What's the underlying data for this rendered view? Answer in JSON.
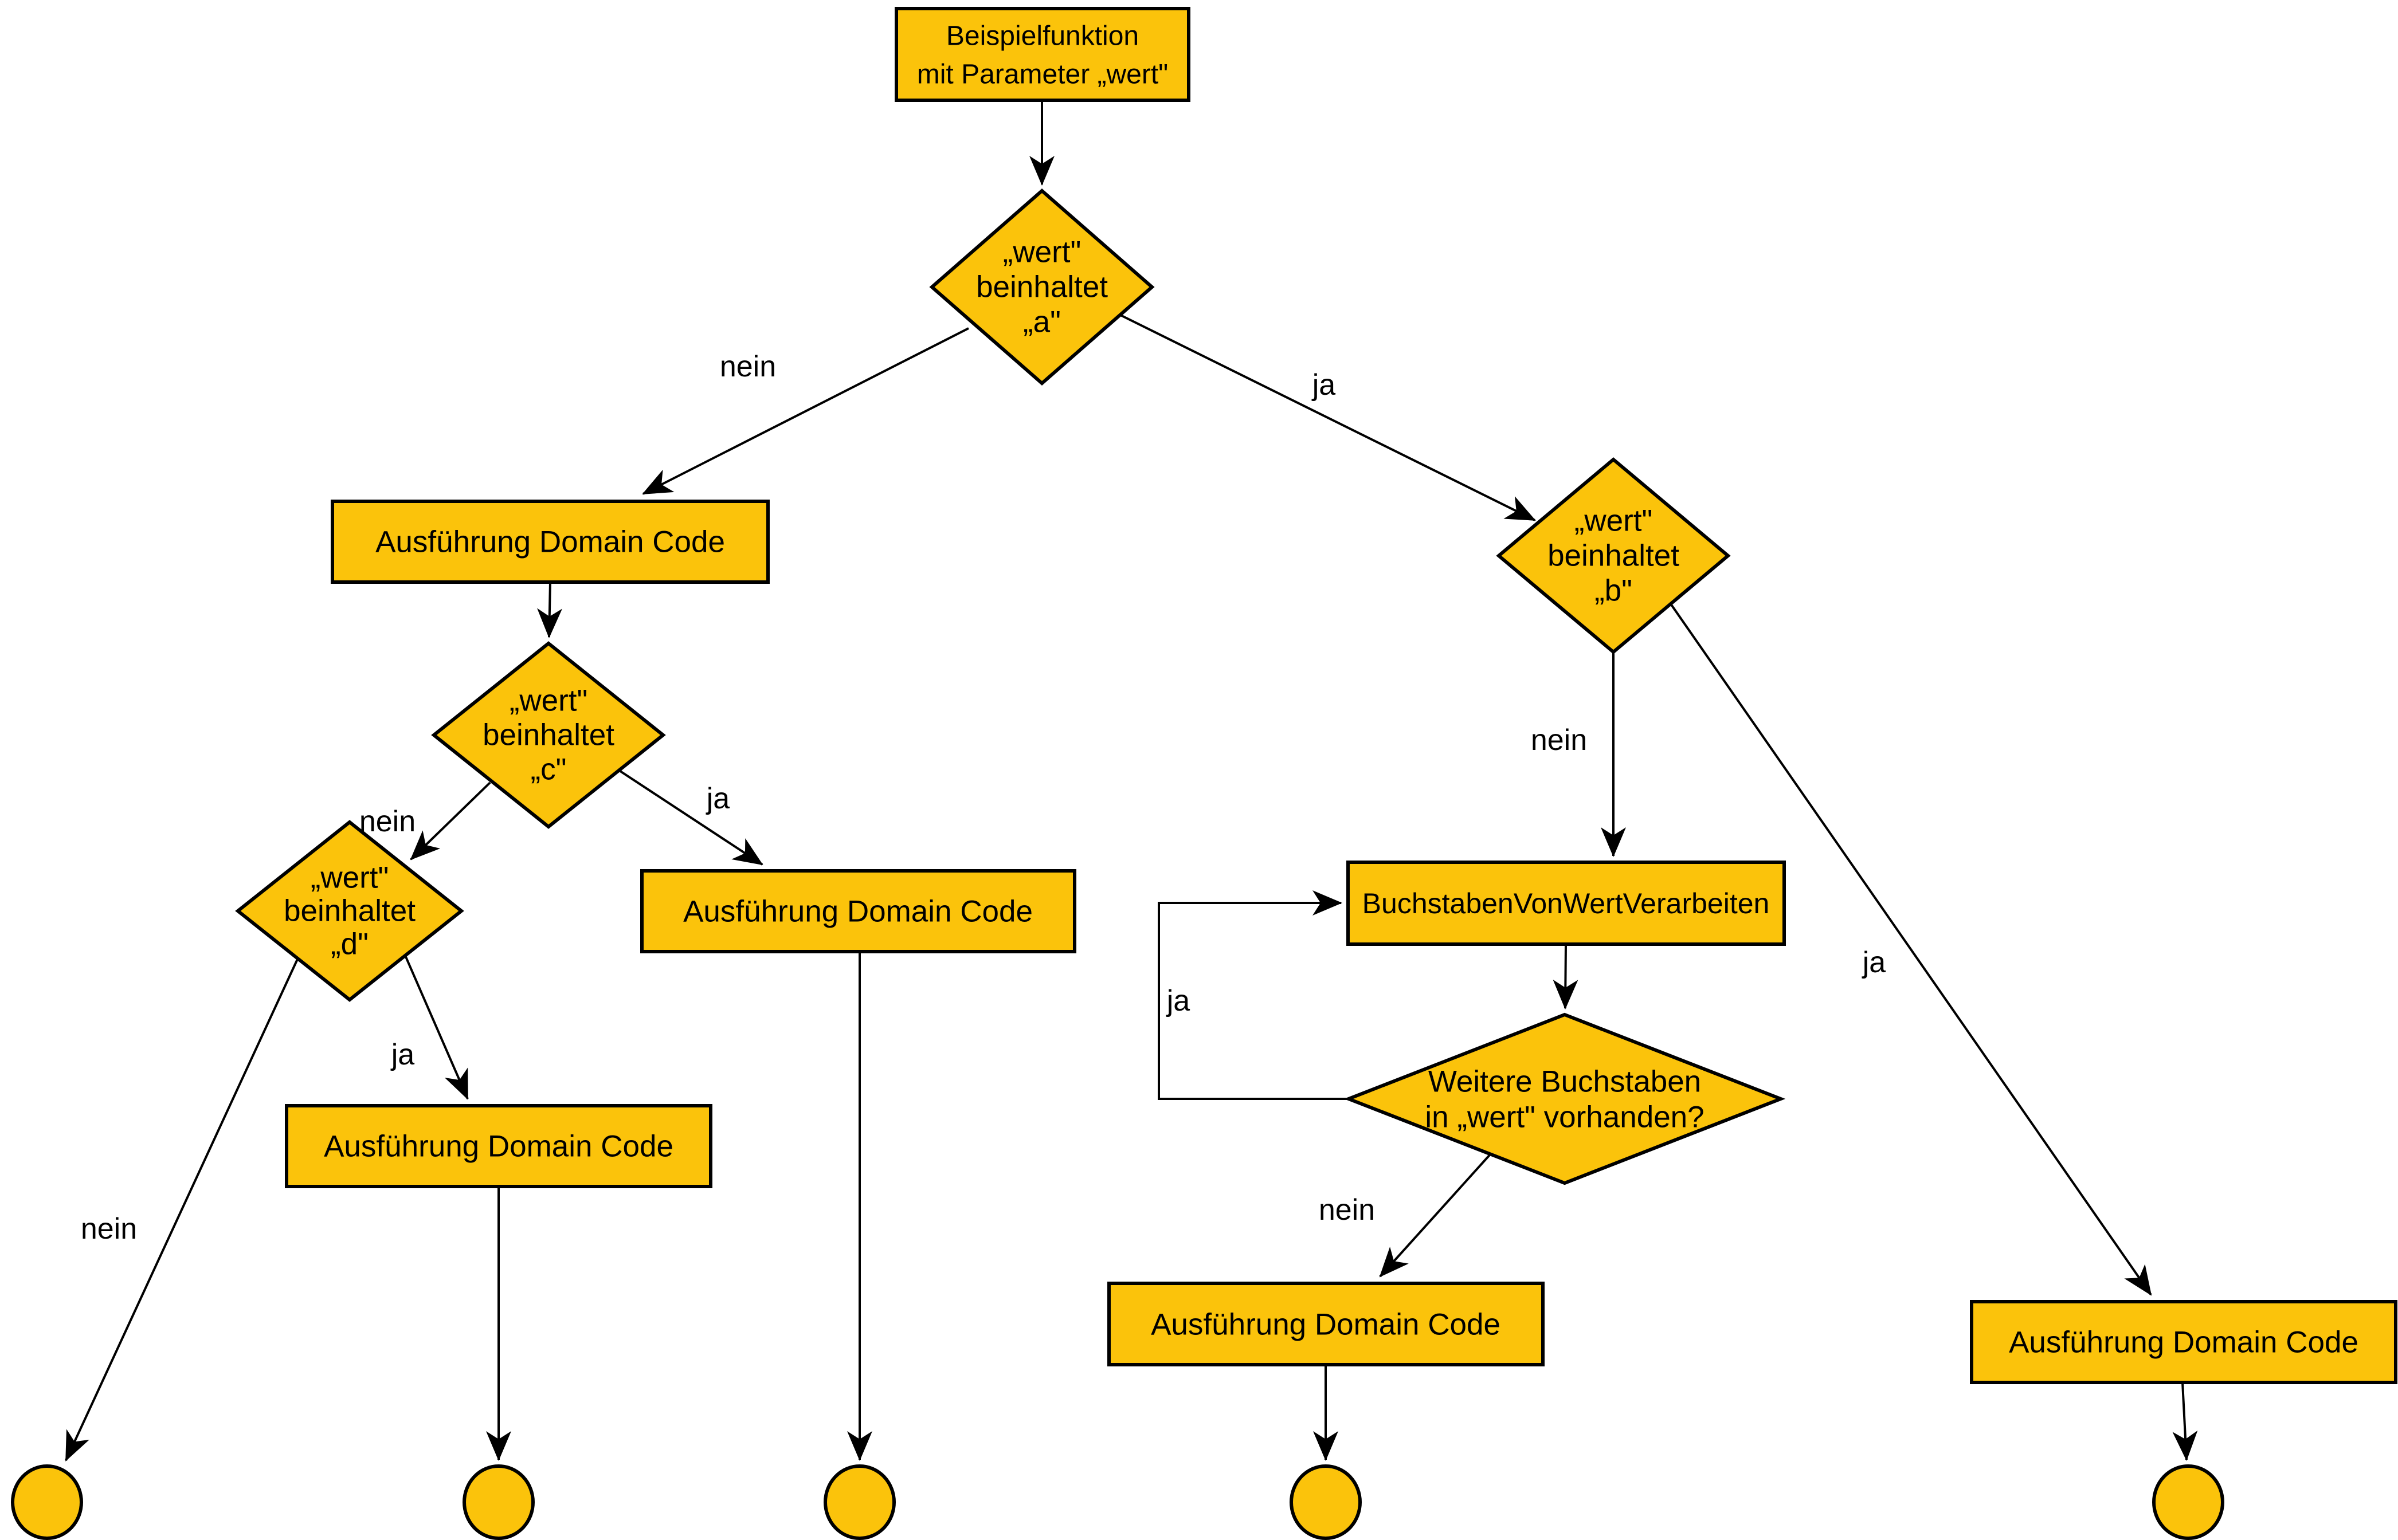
{
  "colors": {
    "node_fill": "#FBC30B",
    "node_stroke": "#000000",
    "edge_color": "#000000",
    "text_color": "#000000",
    "background": "#FFFFFF"
  },
  "nodes": {
    "start": {
      "type": "process",
      "lines": [
        "Beispielfunktion",
        "mit Parameter „wert\""
      ]
    },
    "check_a": {
      "type": "decision",
      "lines": [
        "„wert\"",
        "beinhaltet",
        "„a\""
      ]
    },
    "exec_a_nein": {
      "type": "process",
      "label": "Ausführung Domain Code"
    },
    "check_c": {
      "type": "decision",
      "lines": [
        "„wert\"",
        "beinhaltet",
        "„c\""
      ]
    },
    "check_d": {
      "type": "decision",
      "lines": [
        "„wert\"",
        "beinhaltet",
        "„d\""
      ]
    },
    "exec_c_ja": {
      "type": "process",
      "label": "Ausführung Domain Code"
    },
    "exec_d_ja": {
      "type": "process",
      "label": "Ausführung Domain Code"
    },
    "check_b": {
      "type": "decision",
      "lines": [
        "„wert\"",
        "beinhaltet",
        "„b\""
      ]
    },
    "process_letters": {
      "type": "process",
      "label": "BuchstabenVonWertVerarbeiten"
    },
    "check_more_letters": {
      "type": "decision",
      "lines": [
        "Weitere Buchstaben",
        "in „wert\" vorhanden?"
      ]
    },
    "exec_loop_done": {
      "type": "process",
      "label": "Ausführung Domain Code"
    },
    "exec_b_ja": {
      "type": "process",
      "label": "Ausführung Domain Code"
    },
    "end_1": {
      "type": "terminal"
    },
    "end_2": {
      "type": "terminal"
    },
    "end_3": {
      "type": "terminal"
    },
    "end_4": {
      "type": "terminal"
    },
    "end_5": {
      "type": "terminal"
    }
  },
  "edge_labels": {
    "a_nein": "nein",
    "a_ja": "ja",
    "c_nein": "nein",
    "c_ja": "ja",
    "d_nein": "nein",
    "d_ja": "ja",
    "b_nein": "nein",
    "b_ja": "ja",
    "loop_ja": "ja",
    "more_nein": "nein"
  }
}
